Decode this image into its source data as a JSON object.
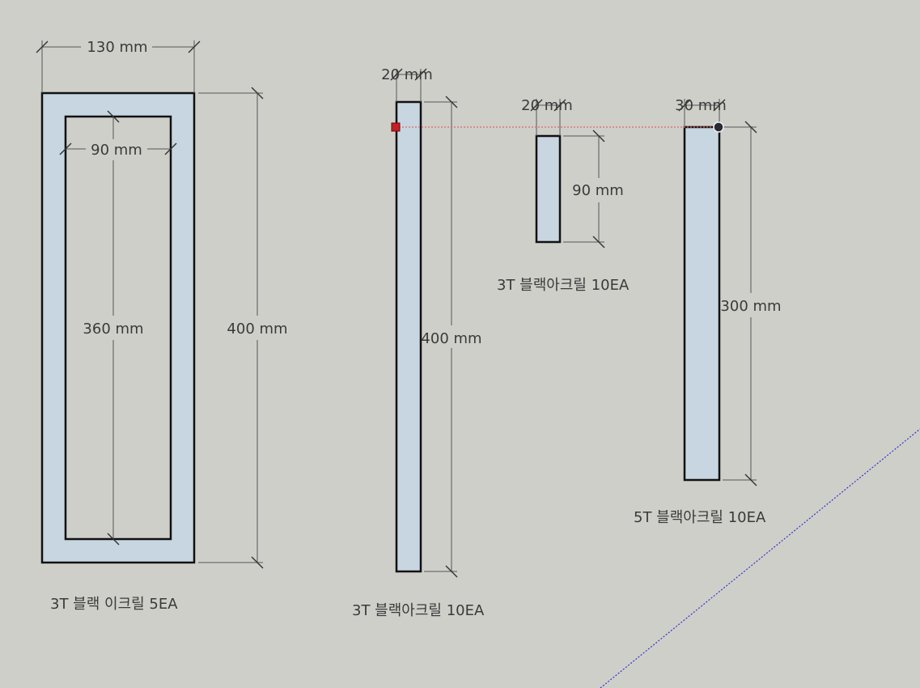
{
  "colors": {
    "background": "#cfcfca",
    "part_fill": "#c7d6e0",
    "part_outline": "#111111",
    "inference_line": "#e06666",
    "axis_line": "#3333cc"
  },
  "parts": [
    {
      "label": "3T 블랙 이크릴 5EA",
      "dimensions": {
        "width": "130 mm",
        "inner_width": "90 mm",
        "inner_height": "360 mm",
        "height": "400 mm"
      }
    },
    {
      "label": "3T 블랙아크릴 10EA",
      "dimensions": {
        "width": "20 mm",
        "height": "400 mm"
      }
    },
    {
      "label": "3T 블랙아크릴 10EA",
      "dimensions": {
        "width": "20 mm",
        "height": "90 mm"
      }
    },
    {
      "label": "5T 블랙아크릴 10EA",
      "dimensions": {
        "width": "30 mm",
        "height": "300 mm"
      }
    }
  ]
}
